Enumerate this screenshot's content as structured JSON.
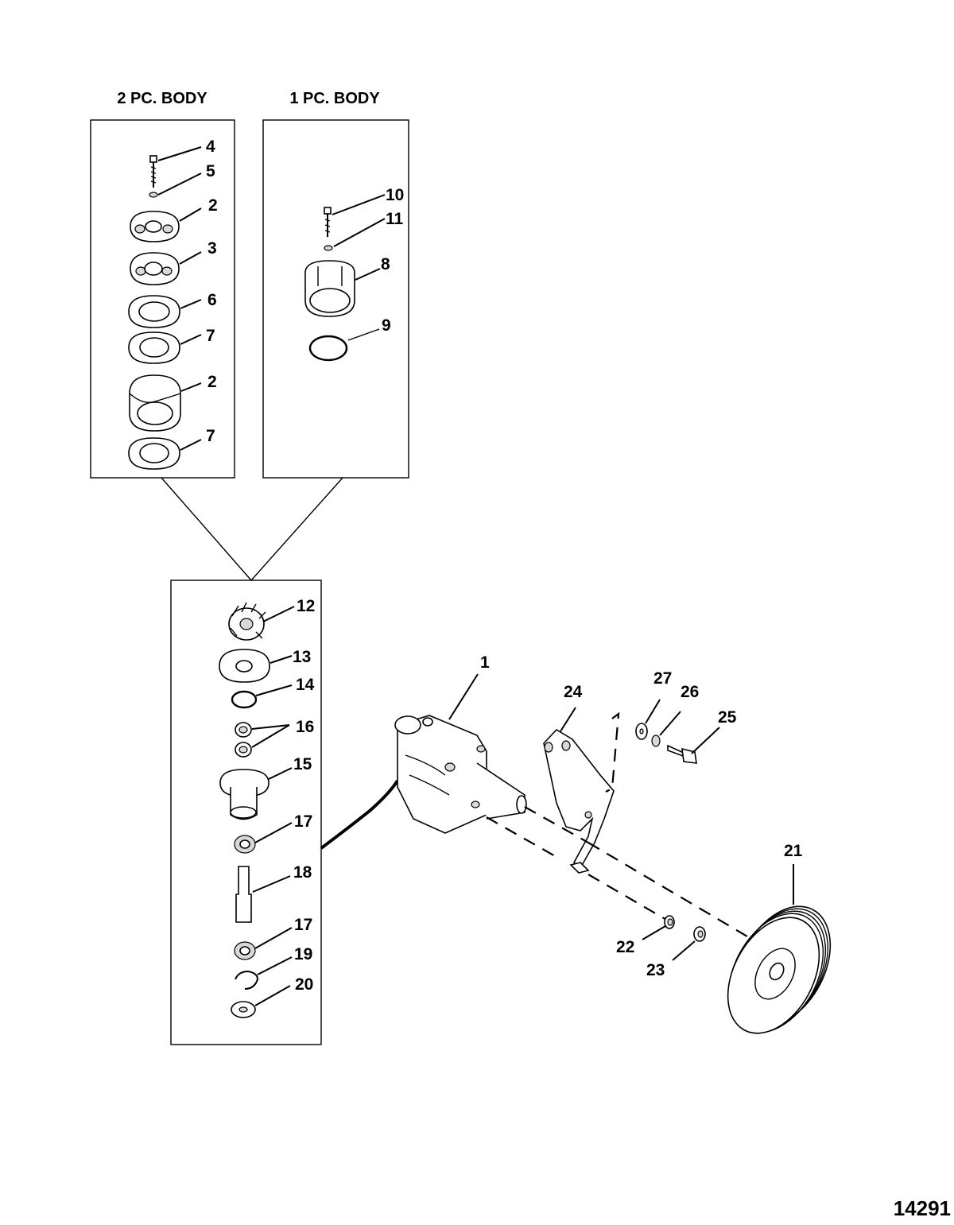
{
  "groups": {
    "two_pc_body": "2 PC. BODY",
    "one_pc_body": "1 PC. BODY"
  },
  "callouts": {
    "c1": "1",
    "c2a": "2",
    "c2b": "2",
    "c3": "3",
    "c4": "4",
    "c5": "5",
    "c6": "6",
    "c7a": "7",
    "c7b": "7",
    "c8": "8",
    "c9": "9",
    "c10": "10",
    "c11": "11",
    "c12": "12",
    "c13": "13",
    "c14": "14",
    "c15": "15",
    "c16": "16",
    "c17a": "17",
    "c17b": "17",
    "c18": "18",
    "c19": "19",
    "c20": "20",
    "c21": "21",
    "c22": "22",
    "c23": "23",
    "c24": "24",
    "c25": "25",
    "c26": "26",
    "c27": "27"
  },
  "reference_number": "14291"
}
